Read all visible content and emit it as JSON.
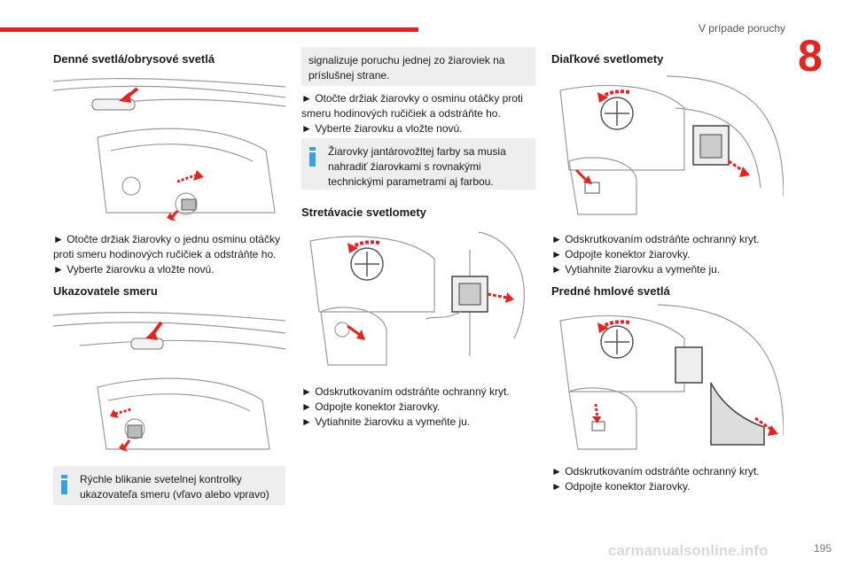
{
  "header": {
    "section_title": "V prípade poruchy",
    "chapter_number": "8",
    "accent_color": "#e52321",
    "info_color": "#3aa1da"
  },
  "col1": {
    "drl_title": "Denné svetlá/obrysové svetlá",
    "drl_step1": "► Otočte držiak žiarovky o jednu osminu otáčky proti smeru hodinových ručičiek a odstráňte ho.",
    "drl_step2": "► Vyberte žiarovku a vložte novú.",
    "ind_title": "Ukazovatele smeru",
    "ind_note": "Rýchle blikanie svetelnej kontrolky ukazovateľa smeru (vľavo alebo vpravo)"
  },
  "col2": {
    "note_cont": "signalizuje poruchu jednej zo žiaroviek na príslušnej strane.",
    "step1": "► Otočte držiak žiarovky o osminu otáčky proti smeru hodinových ručičiek a odstráňte ho.",
    "step2": "► Vyberte žiarovku a vložte novú.",
    "amber_note": "Žiarovky jantárovožltej farby sa musia nahradiť žiarovkami s rovnakými technickými parametrami aj farbou.",
    "low_title": "Stretávacie svetlomety",
    "low_step1": "► Odskrutkovaním odstráňte ochranný kryt.",
    "low_step2": "► Odpojte konektor žiarovky.",
    "low_step3": "► Vytiahnite žiarovku a vymeňte ju."
  },
  "col3": {
    "high_title": "Diaľkové svetlomety",
    "high_step1": "► Odskrutkovaním odstráňte ochranný kryt.",
    "high_step2": "► Odpojte konektor žiarovky.",
    "high_step3": "► Vytiahnite žiarovku a vymeňte ju.",
    "fog_title": "Predné hmlové svetlá",
    "fog_step1": "► Odskrutkovaním odstráňte ochranný kryt.",
    "fog_step2": "► Odpojte konektor žiarovky."
  },
  "footer": {
    "page_number": "195",
    "watermark": "carmanualsonline.info"
  }
}
